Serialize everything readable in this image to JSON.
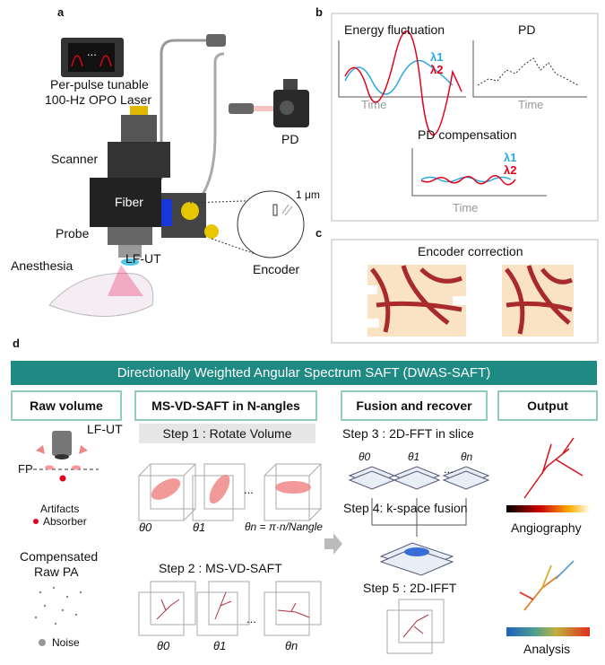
{
  "panels": {
    "a": "a",
    "b": "b",
    "c": "c",
    "d": "d"
  },
  "a": {
    "laser_line1": "Per-pulse tunable",
    "laser_line2": "100-Hz OPO Laser",
    "laser_dots": "...",
    "scanner": "Scanner",
    "fiber": "Fiber",
    "probe": "Probe",
    "lfut": "LF-UT",
    "anesthesia": "Anesthesia",
    "pd": "PD",
    "encoder": "Encoder",
    "scale": "1 μm"
  },
  "b": {
    "energy_title": "Energy fluctuation",
    "pd_title": "PD",
    "comp_title": "PD compensation",
    "time": "Time",
    "lambda1": "λ1",
    "lambda2": "λ2",
    "color_l1": "#29a9e0",
    "color_l2": "#e3001b"
  },
  "c": {
    "title": "Encoder correction"
  },
  "d": {
    "banner": "Directionally Weighted Angular Spectrum SAFT (DWAS-SAFT)",
    "banner_color": "#1e8a83",
    "stages": [
      "Raw volume",
      "MS-VD-SAFT in N-angles",
      "Fusion and recover",
      "Output"
    ],
    "raw": {
      "lfut": "LF-UT",
      "fp": "FP",
      "artifacts": "Artifacts",
      "absorber": "Absorber",
      "compensated1": "Compensated",
      "compensated2": "Raw PA",
      "noise": "Noise"
    },
    "step1": "Step 1 : Rotate Volume",
    "step2": "Step 2 : MS-VD-SAFT",
    "step3": "Step 3 : 2D-FFT in slice",
    "step4": "Step 4: k-space fusion",
    "step5": "Step 5 : 2D-IFFT",
    "theta0": "θ0",
    "theta1": "θ1",
    "thetan": "θn",
    "thetan_eq": "θn = π·n/Nangle",
    "ellipsis": "...",
    "angiography": "Angiography",
    "analysis": "Analysis"
  }
}
